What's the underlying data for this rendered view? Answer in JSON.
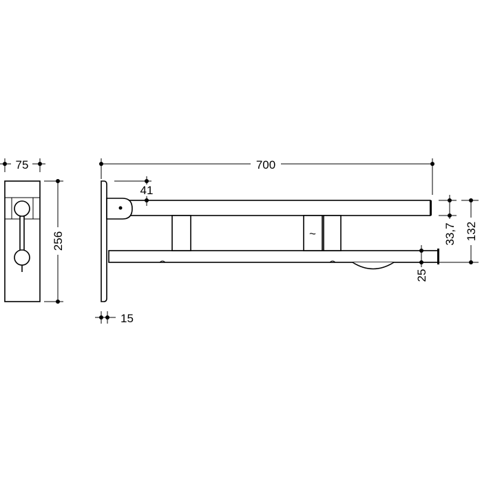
{
  "dimensions": {
    "front_width": "75",
    "front_height": "256",
    "overall_length": "700",
    "bracket_offset": "41",
    "plate_thickness": "15",
    "tube_diameter": "33,7",
    "overall_height": "132",
    "lower_offset": "25"
  },
  "collar_symbol": "~"
}
